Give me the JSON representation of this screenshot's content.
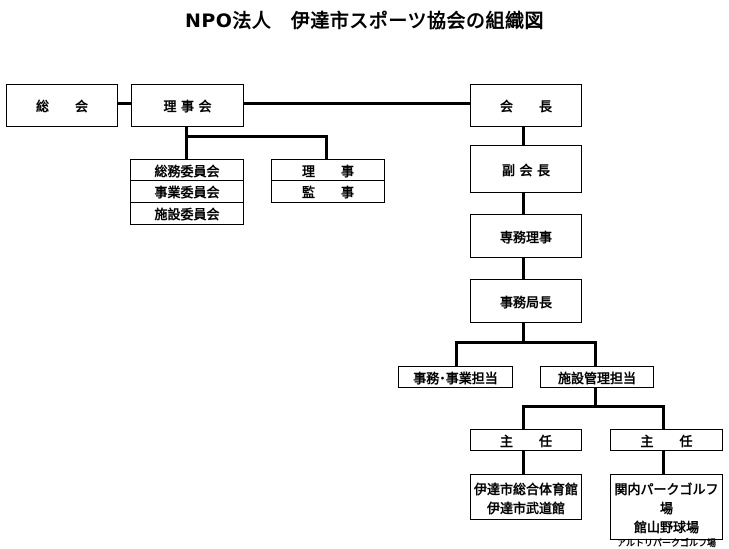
{
  "title": "NPO法人　伊達市スポーツ協会の組織図",
  "nodes": {
    "general_assembly": "総　　会",
    "board": "理 事 会",
    "committees": [
      "総務委員会",
      "事業委員会",
      "施設委員会"
    ],
    "directors": "理　　事",
    "auditors": "監　　事",
    "president": "会　　長",
    "vice_president": "副 会 長",
    "executive_director": "専務理事",
    "secretary_general": "事務局長",
    "admin_business": "事務･事業担当",
    "facility_mgmt": "施設管理担当",
    "chief_left": "主　　任",
    "chief_right": "主　　任",
    "facilities_left": [
      "伊達市総合体育館",
      "伊達市武道館"
    ],
    "facilities_right": [
      "関内パークゴルフ場",
      "館山野球場",
      "アルトリパークゴルフ場"
    ]
  }
}
